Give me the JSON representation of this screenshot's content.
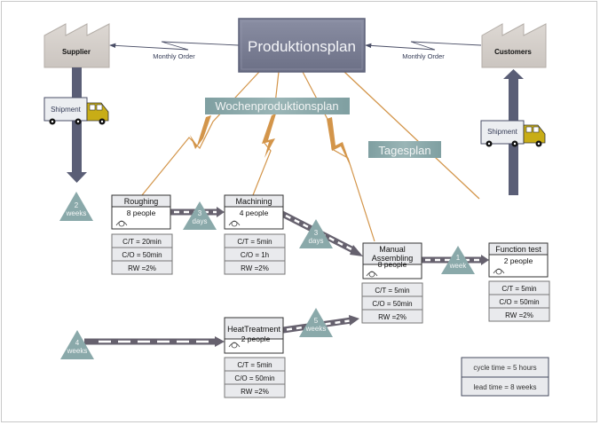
{
  "title": "Produktionsplan",
  "colors": {
    "control_box": "#777b90",
    "factory": "#d6d1cc",
    "shipment_arrow": "#5a5e76",
    "info_line": "#d3954a",
    "plan_label": "#8aa9aa",
    "inventory": "#8aa9aa",
    "push_arrow": "#66616e",
    "truck_cab": "#c8ad16",
    "data_box": "#e9eaed"
  },
  "supplier": {
    "label": "Supplier",
    "order_label": "Monthly Order",
    "shipment_label": "Shipment",
    "icon": "factory-icon"
  },
  "customer": {
    "label": "Customers",
    "order_label": "Monthly Order",
    "shipment_label": "Shipment",
    "icon": "factory-icon"
  },
  "plans": {
    "weekly": "Wochenproduktionsplan",
    "daily": "Tagesplan"
  },
  "inventories": [
    {
      "id": "supplier-inventory",
      "num": "2",
      "unit": "weeks"
    },
    {
      "id": "roughing-machining",
      "num": "3",
      "unit": "days"
    },
    {
      "id": "machining-assembling",
      "num": "3",
      "unit": "days"
    },
    {
      "id": "assembling-test",
      "num": "1",
      "unit": "week"
    },
    {
      "id": "raw-heat",
      "num": "4",
      "unit": "weeks"
    },
    {
      "id": "heat-assembling",
      "num": "5",
      "unit": "weeks"
    }
  ],
  "processes": [
    {
      "name": "Roughing",
      "people": "8 people",
      "data": [
        "C/T = 20min",
        "C/O = 50min",
        "RW =2%"
      ],
      "icon": "operator-icon"
    },
    {
      "name": "Machining",
      "people": "4 people",
      "data": [
        "C/T = 5min",
        "C/O = 1h",
        "RW =2%"
      ],
      "icon": "operator-icon"
    },
    {
      "name_lines": [
        "Manual",
        "Assembling"
      ],
      "people": "8 people",
      "data": [
        "C/T = 5min",
        "C/O = 50min",
        "RW =2%"
      ],
      "icon": "operator-icon"
    },
    {
      "name": "Function test",
      "people": "2 people",
      "data": [
        "C/T = 5min",
        "C/O = 50min",
        "RW =2%"
      ],
      "icon": "operator-icon"
    },
    {
      "name": "HeatTreatment",
      "people": "2 people",
      "data": [
        "C/T = 5min",
        "C/O = 50min",
        "RW =2%"
      ],
      "icon": "operator-icon"
    }
  ],
  "summary": {
    "cycle_time": "cycle time = 5 hours",
    "lead_time": "lead time = 8 weeks"
  }
}
